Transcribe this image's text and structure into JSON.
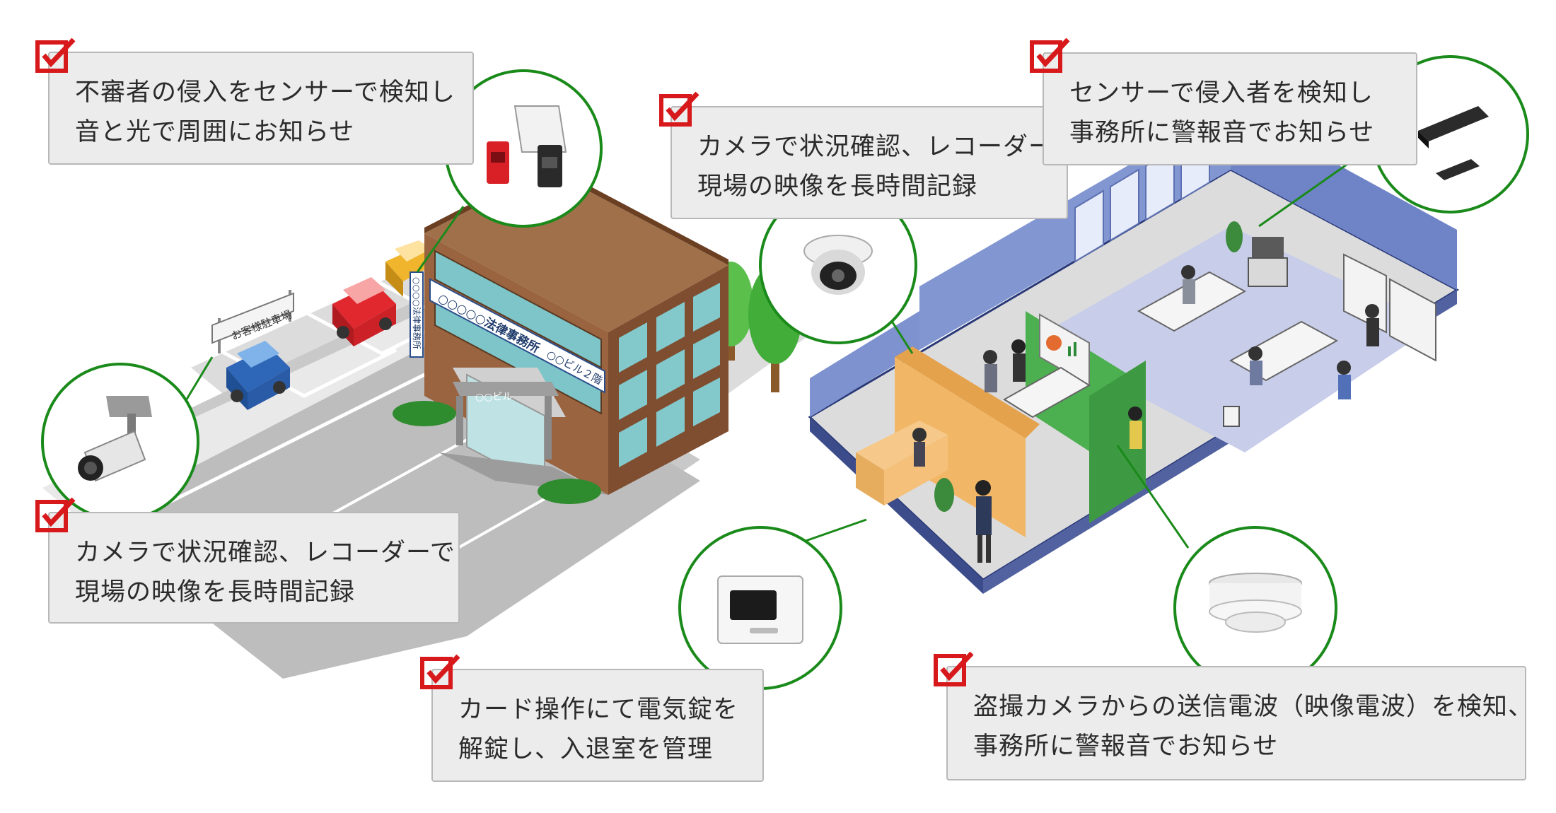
{
  "colors": {
    "callout_bg": "#ececec",
    "callout_border": "#b8b8b8",
    "check_red": "#d7191c",
    "leader_green": "#1a8a1a",
    "building_brown": "#8d5a3a",
    "office_blue": "#8fa3d6",
    "wall_orange": "#f2b766",
    "wall_green": "#4caf50"
  },
  "callouts": {
    "intrusion_sensor": {
      "lines": [
        "不審者の侵入をセンサーで検知し",
        "音と光で周囲にお知らせ"
      ],
      "icon": "red-check-icon"
    },
    "outdoor_camera": {
      "lines": [
        "カメラで状況確認、レコーダーで",
        "現場の映像を長時間記録"
      ],
      "icon": "red-check-icon"
    },
    "indoor_camera": {
      "lines": [
        "カメラで状況確認、レコーダーで",
        "現場の映像を長時間記録"
      ],
      "icon": "red-check-icon"
    },
    "door_sensor": {
      "lines": [
        "センサーで侵入者を検知し",
        "事務所に警報音でお知らせ"
      ],
      "icon": "red-check-icon"
    },
    "card_reader": {
      "lines": [
        "カード操作にて電気錠を",
        "解錠し、入退室を管理"
      ],
      "icon": "red-check-icon"
    },
    "spy_camera_detector": {
      "lines": [
        "盗撮カメラからの送信電波（映像電波）を検知、",
        "事務所に警報音でお知らせ"
      ],
      "icon": "red-check-icon"
    }
  },
  "building": {
    "sign_main": "○○○○○法律事務所",
    "sign_floor": "○○ビル２階",
    "sign_entrance": "○○ビル",
    "sign_vertical": "○○○○法律事務所",
    "parking_sign": "お客様駐車場"
  }
}
